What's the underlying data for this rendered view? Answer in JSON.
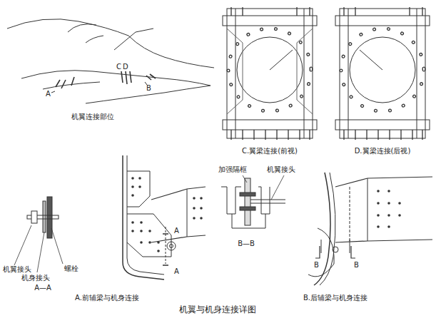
{
  "diagram": {
    "caption": "机翼与机身连接详图",
    "labels": [
      "A",
      "C",
      "D",
      "B",
      "机翼连接部位",
      "C.翼梁连接(前视)",
      "D.翼梁连接(后视)",
      "加强隔框",
      "机翼接头",
      "B—B",
      "螺栓",
      "机翼接头",
      "机身接头",
      "A—A",
      "A",
      "A",
      "A.前辅梁与机身连接",
      "B",
      "B",
      "B.后辅梁与机身连接"
    ]
  }
}
